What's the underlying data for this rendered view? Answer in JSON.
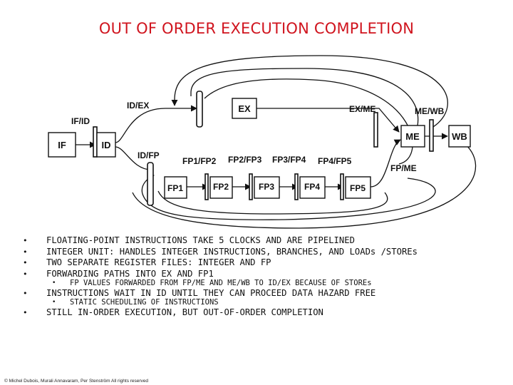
{
  "title": "OUT OF ORDER EXECUTION COMPLETION",
  "diagram": {
    "latch_labels": {
      "if_id": "IF/ID",
      "id_ex": "ID/EX",
      "ex_me": "EX/ME",
      "me_wb": "ME/WB",
      "id_fp": "ID/FP",
      "fp1_fp2": "FP1/FP2",
      "fp2_fp3": "FP2/FP3",
      "fp3_fp4": "FP3/FP4",
      "fp4_fp5": "FP4/FP5",
      "fp_me": "FP/ME"
    },
    "stages": {
      "if": "IF",
      "id": "ID",
      "ex": "EX",
      "me": "ME",
      "wb": "WB",
      "fp1": "FP1",
      "fp2": "FP2",
      "fp3": "FP3",
      "fp4": "FP4",
      "fp5": "FP5"
    }
  },
  "bullets": [
    {
      "text": "FLOATING-POINT INSTRUCTIONS TAKE 5 CLOCKS AND ARE PIPELINED"
    },
    {
      "text": "INTEGER UNIT: HANDLES INTEGER INSTRUCTIONS, BRANCHES, AND LOADs /STOREs"
    },
    {
      "text": "TWO SEPARATE REGISTER FILES: INTEGER AND FP"
    },
    {
      "text": "FORWARDING PATHS INTO EX AND FP1",
      "sub": "FP VALUES FORWARDED FROM FP/ME AND ME/WB TO ID/EX BECAUSE OF STOREs"
    },
    {
      "text": "INSTRUCTIONS WAIT IN ID UNTIL THEY CAN PROCEED DATA HAZARD FREE",
      "sub": "STATIC SCHEDULING OF INSTRUCTIONS"
    },
    {
      "text": "STILL IN-ORDER EXECUTION, BUT OUT-OF-ORDER COMPLETION"
    }
  ],
  "footer": "© Michel Dubois, Murali Annavaram, Per Stenström All rights reserved"
}
